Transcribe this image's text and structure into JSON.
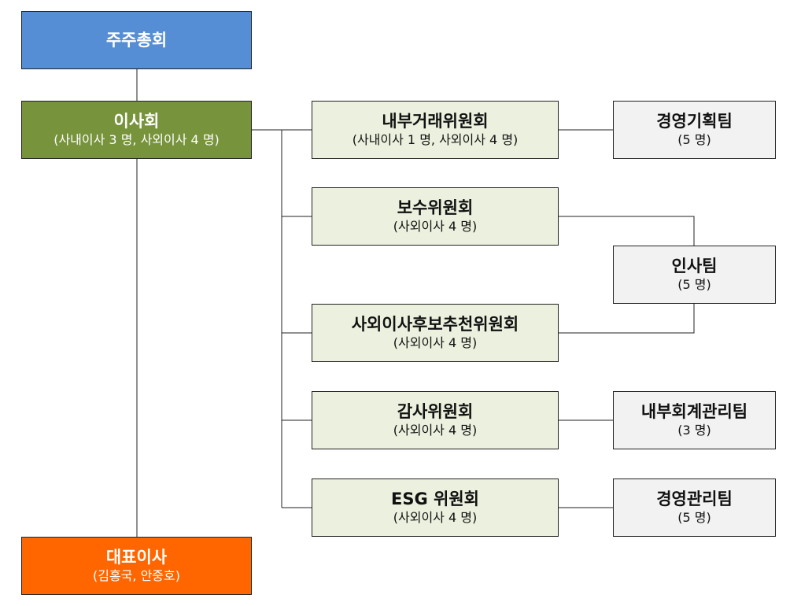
{
  "shareholders": {
    "title": "주주총회"
  },
  "board": {
    "title": "이사회",
    "sub": "(사내이사 3 명, 사외이사 4 명)"
  },
  "ceo": {
    "title": "대표이사",
    "sub": "(김홍국, 안중호)"
  },
  "committees": [
    {
      "title": "내부거래위원회",
      "sub": "(사내이사 1 명, 사외이사 4 명)"
    },
    {
      "title": "보수위원회",
      "sub": "(사외이사 4 명)"
    },
    {
      "title": "사외이사후보추천위원회",
      "sub": "(사외이사 4 명)"
    },
    {
      "title": "감사위원회",
      "sub": "(사외이사 4 명)"
    },
    {
      "title": "ESG 위원회",
      "sub": "(사외이사 4 명)"
    }
  ],
  "teams": [
    {
      "title": "경영기획팀",
      "sub": "(5 명)"
    },
    {
      "title": "인사팀",
      "sub": "(5 명)"
    },
    {
      "title": "내부회계관리팀",
      "sub": "(3 명)"
    },
    {
      "title": "경영관리팀",
      "sub": "(5 명)"
    }
  ]
}
